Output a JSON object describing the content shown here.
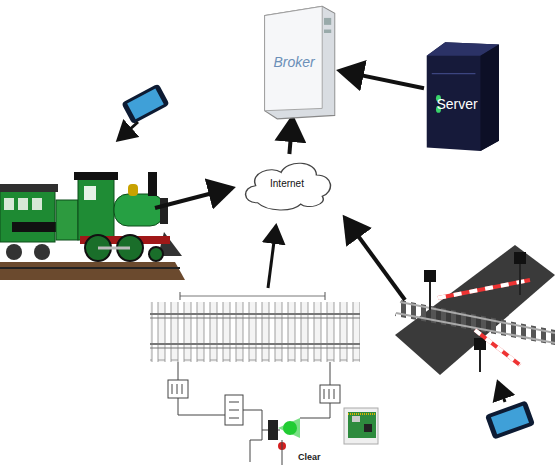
{
  "diagram": {
    "nodes": [
      {
        "text": [
          "Broker"
        ]
      },
      {
        "text": [
          "Server"
        ]
      },
      {
        "text": [
          "Internet"
        ]
      }
    ],
    "edges": [
      {
        "from": 2,
        "to": 0,
        "arrow": "to"
      },
      {
        "from": 1,
        "to": 0,
        "arrow": "to"
      }
    ],
    "labels": [
      "Clear"
    ]
  }
}
